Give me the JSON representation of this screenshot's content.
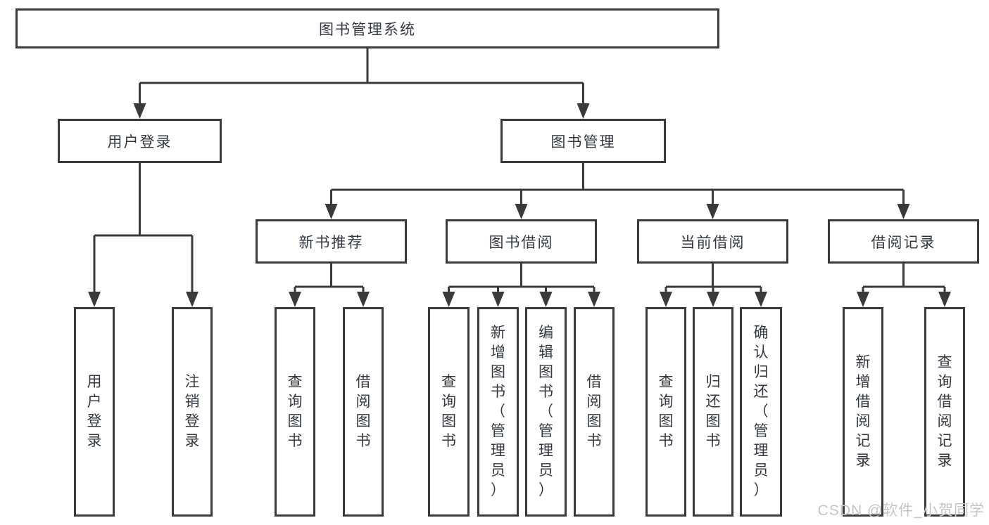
{
  "diagram": {
    "root": {
      "label": "图书管理系统"
    },
    "branches": [
      {
        "label": "用户登录",
        "children": [
          {
            "label": "用户登录"
          },
          {
            "label": "注销登录"
          }
        ]
      },
      {
        "label": "图书管理",
        "children": [
          {
            "label": "新书推荐",
            "children": [
              {
                "label": "查询图书"
              },
              {
                "label": "借阅图书"
              }
            ]
          },
          {
            "label": "图书借阅",
            "children": [
              {
                "label": "查询图书"
              },
              {
                "label": "新增图书（管理员）"
              },
              {
                "label": "编辑图书（管理员）"
              },
              {
                "label": "借阅图书"
              }
            ]
          },
          {
            "label": "当前借阅",
            "children": [
              {
                "label": "查询图书"
              },
              {
                "label": "归还图书"
              },
              {
                "label": "确认归还（管理员）"
              }
            ]
          },
          {
            "label": "借阅记录",
            "children": [
              {
                "label": "新增借阅记录"
              },
              {
                "label": "查询借阅记录"
              }
            ]
          }
        ]
      }
    ]
  },
  "watermark": {
    "text": "CSDN @软件_小贺同学"
  },
  "colors": {
    "line": "#3a3a3a",
    "text": "#333840",
    "watermark": "#c6c6c6",
    "background": "#ffffff"
  }
}
